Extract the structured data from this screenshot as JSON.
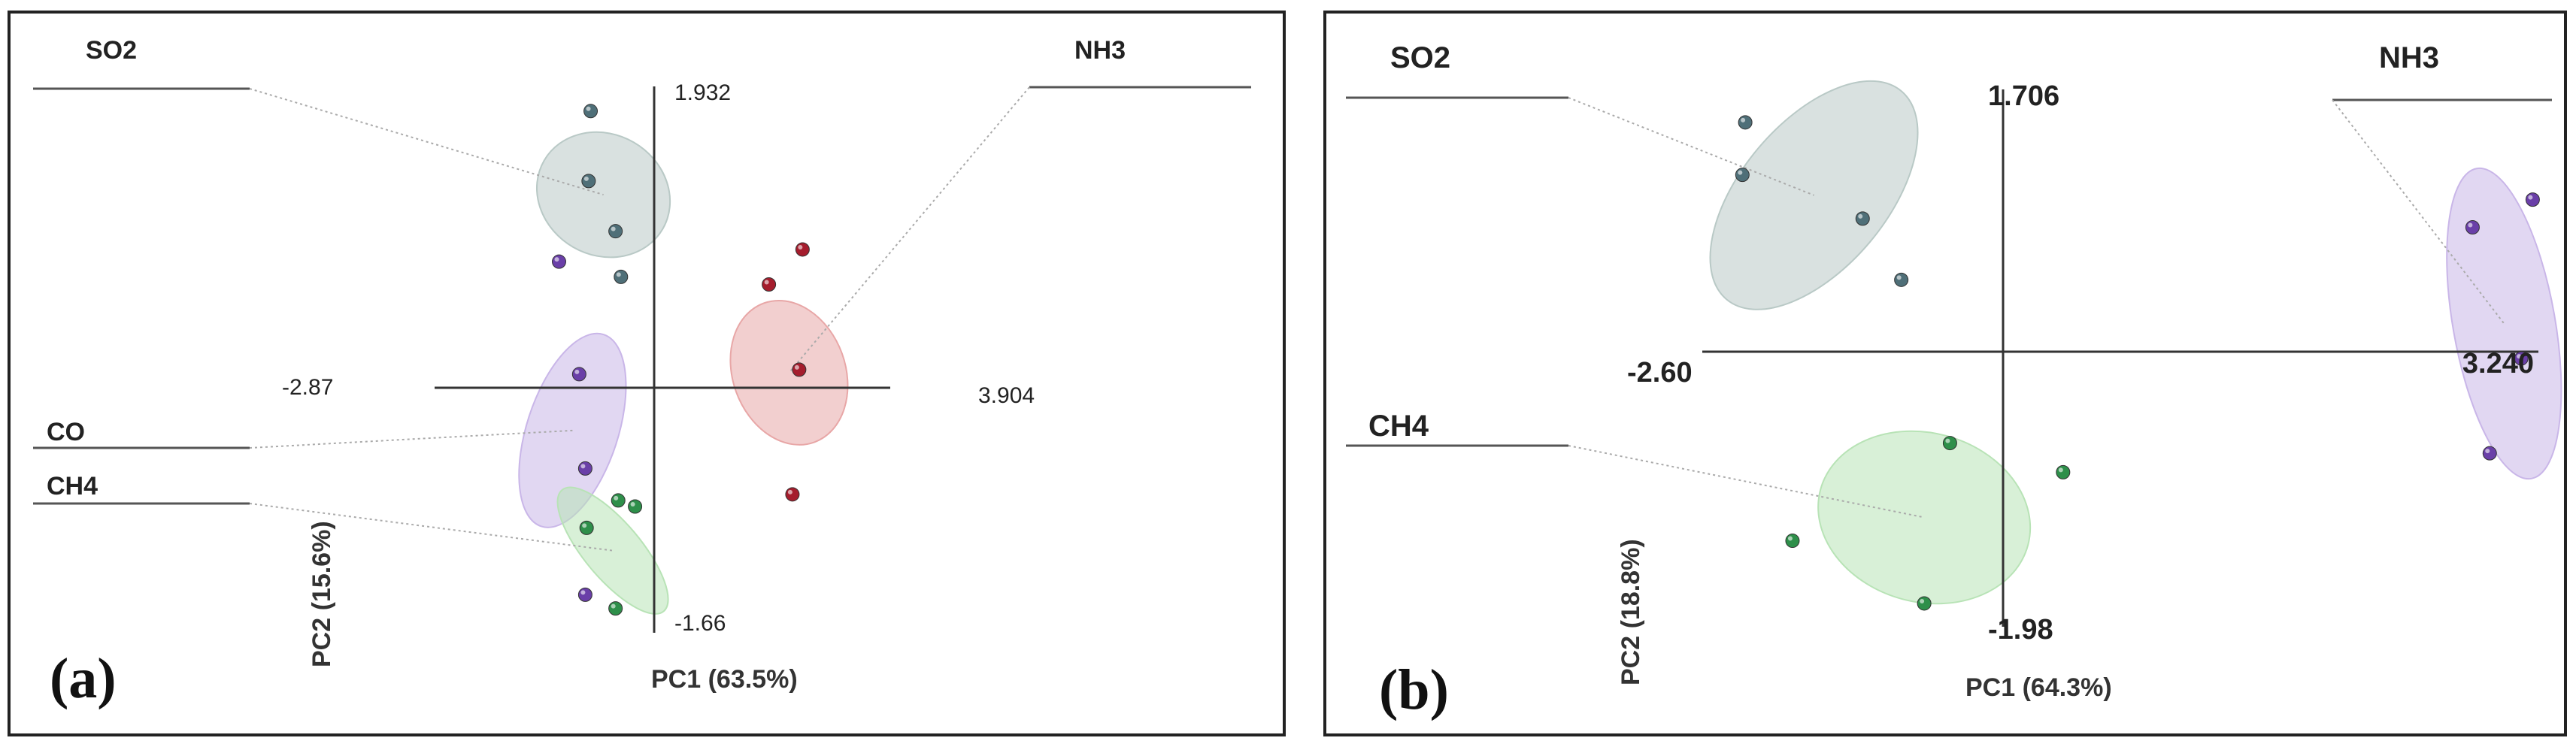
{
  "chart_data": [
    {
      "type": "scatter",
      "panel_label": "(a)",
      "xlabel": "PC1 (63.5%)",
      "ylabel": "PC2 (15.6%)",
      "axis_limits_text": {
        "x_min": "-2.87",
        "x_max": "3.904",
        "y_min": "-1.66",
        "y_max": "1.932"
      },
      "xlim": [
        -2.87,
        3.904
      ],
      "ylim": [
        -1.66,
        1.932
      ],
      "legend_placement": "callout labels",
      "grid": false,
      "series": [
        {
          "name": "SO2",
          "color": "#4f6f78",
          "ellipse_color": "#b9c9c6",
          "x": [
            -0.55,
            -0.58,
            -0.18,
            -0.1
          ],
          "y": [
            1.77,
            1.31,
            0.98,
            0.68
          ],
          "ellipse": {
            "cx": -0.36,
            "cy": 1.22,
            "rx": 0.9,
            "ry": 0.45,
            "angle": 60
          }
        },
        {
          "name": "NH3",
          "color": "#a51d2d",
          "ellipse_color": "#e8a7a7",
          "x": [
            2.6,
            2.1,
            2.55,
            2.45
          ],
          "y": [
            0.86,
            0.63,
            0.07,
            -0.75
          ],
          "ellipse": {
            "cx": 2.4,
            "cy": 0.05,
            "rx": 1.1,
            "ry": 0.37,
            "angle": -70
          }
        },
        {
          "name": "CO",
          "color": "#6a3fa8",
          "ellipse_color": "#c9b6e8",
          "x": [
            -1.02,
            -0.72,
            -0.63,
            -0.63
          ],
          "y": [
            0.78,
            0.04,
            -0.58,
            -1.41
          ],
          "ellipse": {
            "cx": -0.82,
            "cy": -0.33,
            "rx": 1.5,
            "ry": 0.3,
            "angle": 72
          }
        },
        {
          "name": "CH4",
          "color": "#2e8f4a",
          "ellipse_color": "#b8e3b6",
          "x": [
            -0.61,
            -0.14,
            0.11,
            -0.18
          ],
          "y": [
            -0.97,
            -0.79,
            -0.83,
            -1.5
          ],
          "ellipse": {
            "cx": -0.22,
            "cy": -1.12,
            "rx": 0.42,
            "ry": 0.52,
            "angle": 40
          }
        }
      ]
    },
    {
      "type": "scatter",
      "panel_label": "(b)",
      "xlabel": "PC1 (64.3%)",
      "ylabel": "PC2 (18.8%)",
      "axis_limits_text": {
        "x_min": "-2.60",
        "x_max": "3.240",
        "y_min": "-1.98",
        "y_max": "1.706"
      },
      "xlim": [
        -2.6,
        3.24
      ],
      "ylim": [
        -1.98,
        1.706
      ],
      "legend_placement": "callout labels",
      "grid": false,
      "series": [
        {
          "name": "SO2",
          "color": "#4f6f78",
          "ellipse_color": "#b9c9c6",
          "x": [
            -2.3,
            -2.32,
            -1.48,
            -1.21
          ],
          "y": [
            1.48,
            1.12,
            0.82,
            0.4
          ],
          "ellipse": {
            "cx": -1.82,
            "cy": 0.98,
            "rx": 0.95,
            "ry": 0.5,
            "angle": 50
          }
        },
        {
          "name": "NH3",
          "color": "#6a3fa8",
          "ellipse_color": "#c9b6e8",
          "x": [
            3.2,
            2.78,
            3.12,
            2.9
          ],
          "y": [
            0.95,
            0.76,
            -0.14,
            -0.79
          ],
          "ellipse": {
            "cx": 3.0,
            "cy": 0.1,
            "rx": 1.1,
            "ry": 0.35,
            "angle": -80
          }
        },
        {
          "name": "CH4",
          "color": "#2e8f4a",
          "ellipse_color": "#b8e3b6",
          "x": [
            -0.87,
            -0.08,
            -1.97,
            -1.05
          ],
          "y": [
            -0.72,
            -0.92,
            -1.39,
            -1.82
          ],
          "ellipse": {
            "cx": -1.05,
            "cy": -1.23,
            "rx": 0.75,
            "ry": 0.58,
            "angle": -15
          }
        }
      ]
    }
  ]
}
